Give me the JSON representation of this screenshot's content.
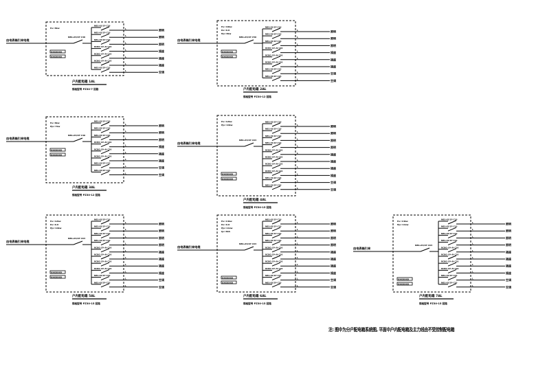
{
  "title": "户内配电箱系统图",
  "note": "注: 图中为分户配电箱系统图, 平面中户内配电箱及主力线由不受控制配电箱",
  "panels": [
    {
      "id": "p1",
      "incoming_label": "由电表箱引来电缆",
      "main_breaker": "NB1-63/2P C40",
      "meta_lines": [
        "Pe=8kw"
      ],
      "equipment_tags": [
        "XXXXXXX",
        "XXXXXXX"
      ],
      "box_name": "户内配电箱 1AL",
      "box_spec": "规格型号 PZ30-7 回路",
      "circuits": [
        {
          "breaker": "NB1-63/1P C16",
          "phase": "L",
          "use": "照明"
        },
        {
          "breaker": "NB1-63/1P C16",
          "phase": "L",
          "use": "照明"
        },
        {
          "breaker": "NB1-63/1P C16",
          "phase": "L",
          "use": "照明"
        },
        {
          "breaker": "RCBO 1P+N C20",
          "phase": "L",
          "use": "插座"
        },
        {
          "breaker": "RCBO 1P+N C20",
          "phase": "L",
          "use": "插座"
        },
        {
          "breaker": "RCBO 1P+N C20",
          "phase": "L",
          "use": "插座"
        },
        {
          "breaker": "NB1-63/2P C25",
          "phase": "L",
          "use": "空调"
        }
      ]
    },
    {
      "id": "p2",
      "incoming_label": "由电表箱引来电缆",
      "main_breaker": "NB1-63/2P C50",
      "meta_lines": [
        "Pe=10kw",
        "Kx=0.8",
        "Pjs=8kw"
      ],
      "equipment_tags": [
        "XXXXXXX",
        "XXXXXXX"
      ],
      "box_name": "户内配电箱 2AL",
      "box_spec": "规格型号 PZ30-12 回路",
      "circuits": [
        {
          "breaker": "NB1-63/1P C16",
          "phase": "L",
          "use": "照明"
        },
        {
          "breaker": "NB1-63/1P C16",
          "phase": "L",
          "use": "照明"
        },
        {
          "breaker": "NB1-63/1P C16",
          "phase": "L",
          "use": "照明"
        },
        {
          "breaker": "RCBO 1P+N C20",
          "phase": "L",
          "use": "插座"
        },
        {
          "breaker": "RCBO 1P+N C20",
          "phase": "L",
          "use": "插座"
        },
        {
          "breaker": "RCBO 1P+N C20",
          "phase": "L",
          "use": "插座"
        },
        {
          "breaker": "NB1-63/2P C25",
          "phase": "L",
          "use": "空调"
        },
        {
          "breaker": "NB1-63/2P C25",
          "phase": "L",
          "use": "空调"
        }
      ]
    },
    {
      "id": "p3",
      "incoming_label": "由电表箱引来电缆",
      "main_breaker": "NB1-63/2P C40",
      "meta_lines": [
        "Pe=8kw",
        "Pjs=7kw"
      ],
      "equipment_tags": [
        "XXXXXXX",
        "XXXXXXX"
      ],
      "box_name": "户内配电箱 3AL",
      "box_spec": "规格型号 PZ30-12 回路",
      "circuits": [
        {
          "breaker": "NB1-63/1P C16",
          "phase": "L",
          "use": "照明"
        },
        {
          "breaker": "NB1-63/1P C16",
          "phase": "L",
          "use": "照明"
        },
        {
          "breaker": "NB1-63/1P C16",
          "phase": "L",
          "use": "照明"
        },
        {
          "breaker": "RCBO 1P+N C20",
          "phase": "L",
          "use": "插座"
        },
        {
          "breaker": "RCBO 1P+N C20",
          "phase": "L",
          "use": "插座"
        },
        {
          "breaker": "RCBO 1P+N C20",
          "phase": "L",
          "use": "插座"
        },
        {
          "breaker": "NB1-63/2P C25",
          "phase": "L",
          "use": "空调"
        },
        {
          "breaker": "NB1-63/2P C25",
          "phase": "L",
          "use": "空调"
        }
      ]
    },
    {
      "id": "p4",
      "incoming_label": "由电表箱引来电缆",
      "main_breaker": "NB1-63/2P C63",
      "meta_lines": [
        "Pe=12kw",
        "Pjs=10kw"
      ],
      "equipment_tags": [
        "XXXXXXX",
        "XXXXXXX"
      ],
      "box_name": "户内配电箱 4AL",
      "box_spec": "规格型号 PZ30-15 回路",
      "circuits": [
        {
          "breaker": "NB1-63/1P C16",
          "phase": "L",
          "use": "照明"
        },
        {
          "breaker": "NB1-63/1P C16",
          "phase": "L",
          "use": "照明"
        },
        {
          "breaker": "NB1-63/1P C16",
          "phase": "L",
          "use": "照明"
        },
        {
          "breaker": "NB1-63/1P C16",
          "phase": "L",
          "use": "照明"
        },
        {
          "breaker": "RCBO 1P+N C20",
          "phase": "L",
          "use": "插座"
        },
        {
          "breaker": "RCBO 1P+N C20",
          "phase": "L",
          "use": "插座"
        },
        {
          "breaker": "RCBO 1P+N C20",
          "phase": "L",
          "use": "插座"
        },
        {
          "breaker": "RCBO 1P+N C20",
          "phase": "L",
          "use": "插座"
        },
        {
          "breaker": "NB1-63/2P C25",
          "phase": "L",
          "use": "空调"
        },
        {
          "breaker": "NB1-63/2P C25",
          "phase": "L",
          "use": "空调"
        }
      ]
    },
    {
      "id": "p5",
      "incoming_label": "由电表箱引来电缆",
      "main_breaker": "NB1-63/2P C63",
      "meta_lines": [
        "Pe=12kw",
        "Kx=0.8",
        "Pjs=10kw"
      ],
      "equipment_tags": [
        "XXXXXXX",
        "XXXXXXX"
      ],
      "box_name": "户内配电箱 5AL",
      "box_spec": "规格型号 PZ30-15 回路",
      "circuits": [
        {
          "breaker": "NB1-63/1P C16",
          "phase": "L",
          "use": "照明"
        },
        {
          "breaker": "NB1-63/1P C16",
          "phase": "L",
          "use": "照明"
        },
        {
          "breaker": "NB1-63/1P C16",
          "phase": "L",
          "use": "照明"
        },
        {
          "breaker": "NB1-63/1P C16",
          "phase": "L",
          "use": "照明"
        },
        {
          "breaker": "RCBO 1P+N C20",
          "phase": "L",
          "use": "插座"
        },
        {
          "breaker": "RCBO 1P+N C20",
          "phase": "L",
          "use": "插座"
        },
        {
          "breaker": "RCBO 1P+N C20",
          "phase": "L",
          "use": "插座"
        },
        {
          "breaker": "RCBO 1P+N C20",
          "phase": "L",
          "use": "插座"
        },
        {
          "breaker": "NB1-63/2P C25",
          "phase": "L",
          "use": "空调"
        },
        {
          "breaker": "NB1-63/2P C25",
          "phase": "L",
          "use": "空调"
        }
      ]
    },
    {
      "id": "p6",
      "incoming_label": "由电表箱引来电缆",
      "main_breaker": "NB1-63/2P C63",
      "meta_lines": [
        "Pe=14kw",
        "Kx=0.8",
        "Pjs=11kw",
        "Ijs=60A"
      ],
      "equipment_tags": [
        "XXXXXXX",
        "XXXXXXX"
      ],
      "box_name": "户内配电箱 6AL",
      "box_spec": "规格型号 PZ30-15 回路",
      "circuits": [
        {
          "breaker": "NB1-63/1P C16",
          "phase": "L",
          "use": "照明"
        },
        {
          "breaker": "NB1-63/1P C16",
          "phase": "L",
          "use": "照明"
        },
        {
          "breaker": "NB1-63/1P C16",
          "phase": "L",
          "use": "照明"
        },
        {
          "breaker": "NB1-63/1P C16",
          "phase": "L",
          "use": "照明"
        },
        {
          "breaker": "RCBO 1P+N C20",
          "phase": "L",
          "use": "插座"
        },
        {
          "breaker": "RCBO 1P+N C20",
          "phase": "L",
          "use": "插座"
        },
        {
          "breaker": "RCBO 1P+N C20",
          "phase": "L",
          "use": "插座"
        },
        {
          "breaker": "RCBO 1P+N C20",
          "phase": "L",
          "use": "插座"
        },
        {
          "breaker": "NB1-63/2P C25",
          "phase": "L",
          "use": "空调"
        },
        {
          "breaker": "NB1-63/2P C25",
          "phase": "L",
          "use": "空调"
        }
      ]
    },
    {
      "id": "p7",
      "incoming_label": "由电表箱引来",
      "main_breaker": "NB1-63/2P C63",
      "meta_lines": [
        "Pe=14kw",
        "Pjs=11kw"
      ],
      "equipment_tags": [
        "XXXXXXX",
        "XXXXXXX"
      ],
      "box_name": "户内配电箱 7AL",
      "box_spec": "规格型号 PZ30-15 回路",
      "circuits": [
        {
          "breaker": "NB1-63/1P C16",
          "phase": "L",
          "use": "照明"
        },
        {
          "breaker": "NB1-63/1P C16",
          "phase": "L",
          "use": "照明"
        },
        {
          "breaker": "NB1-63/1P C16",
          "phase": "L",
          "use": "照明"
        },
        {
          "breaker": "NB1-63/1P C16",
          "phase": "L",
          "use": "照明"
        },
        {
          "breaker": "RCBO 1P+N C20",
          "phase": "L",
          "use": "插座"
        },
        {
          "breaker": "RCBO 1P+N C20",
          "phase": "L",
          "use": "插座"
        },
        {
          "breaker": "RCBO 1P+N C20",
          "phase": "L",
          "use": "插座"
        },
        {
          "breaker": "RCBO 1P+N C20",
          "phase": "L",
          "use": "插座"
        },
        {
          "breaker": "NB1-63/2P C25",
          "phase": "L",
          "use": "空调"
        },
        {
          "breaker": "NB1-63/2P C25",
          "phase": "L",
          "use": "空调"
        }
      ]
    }
  ]
}
